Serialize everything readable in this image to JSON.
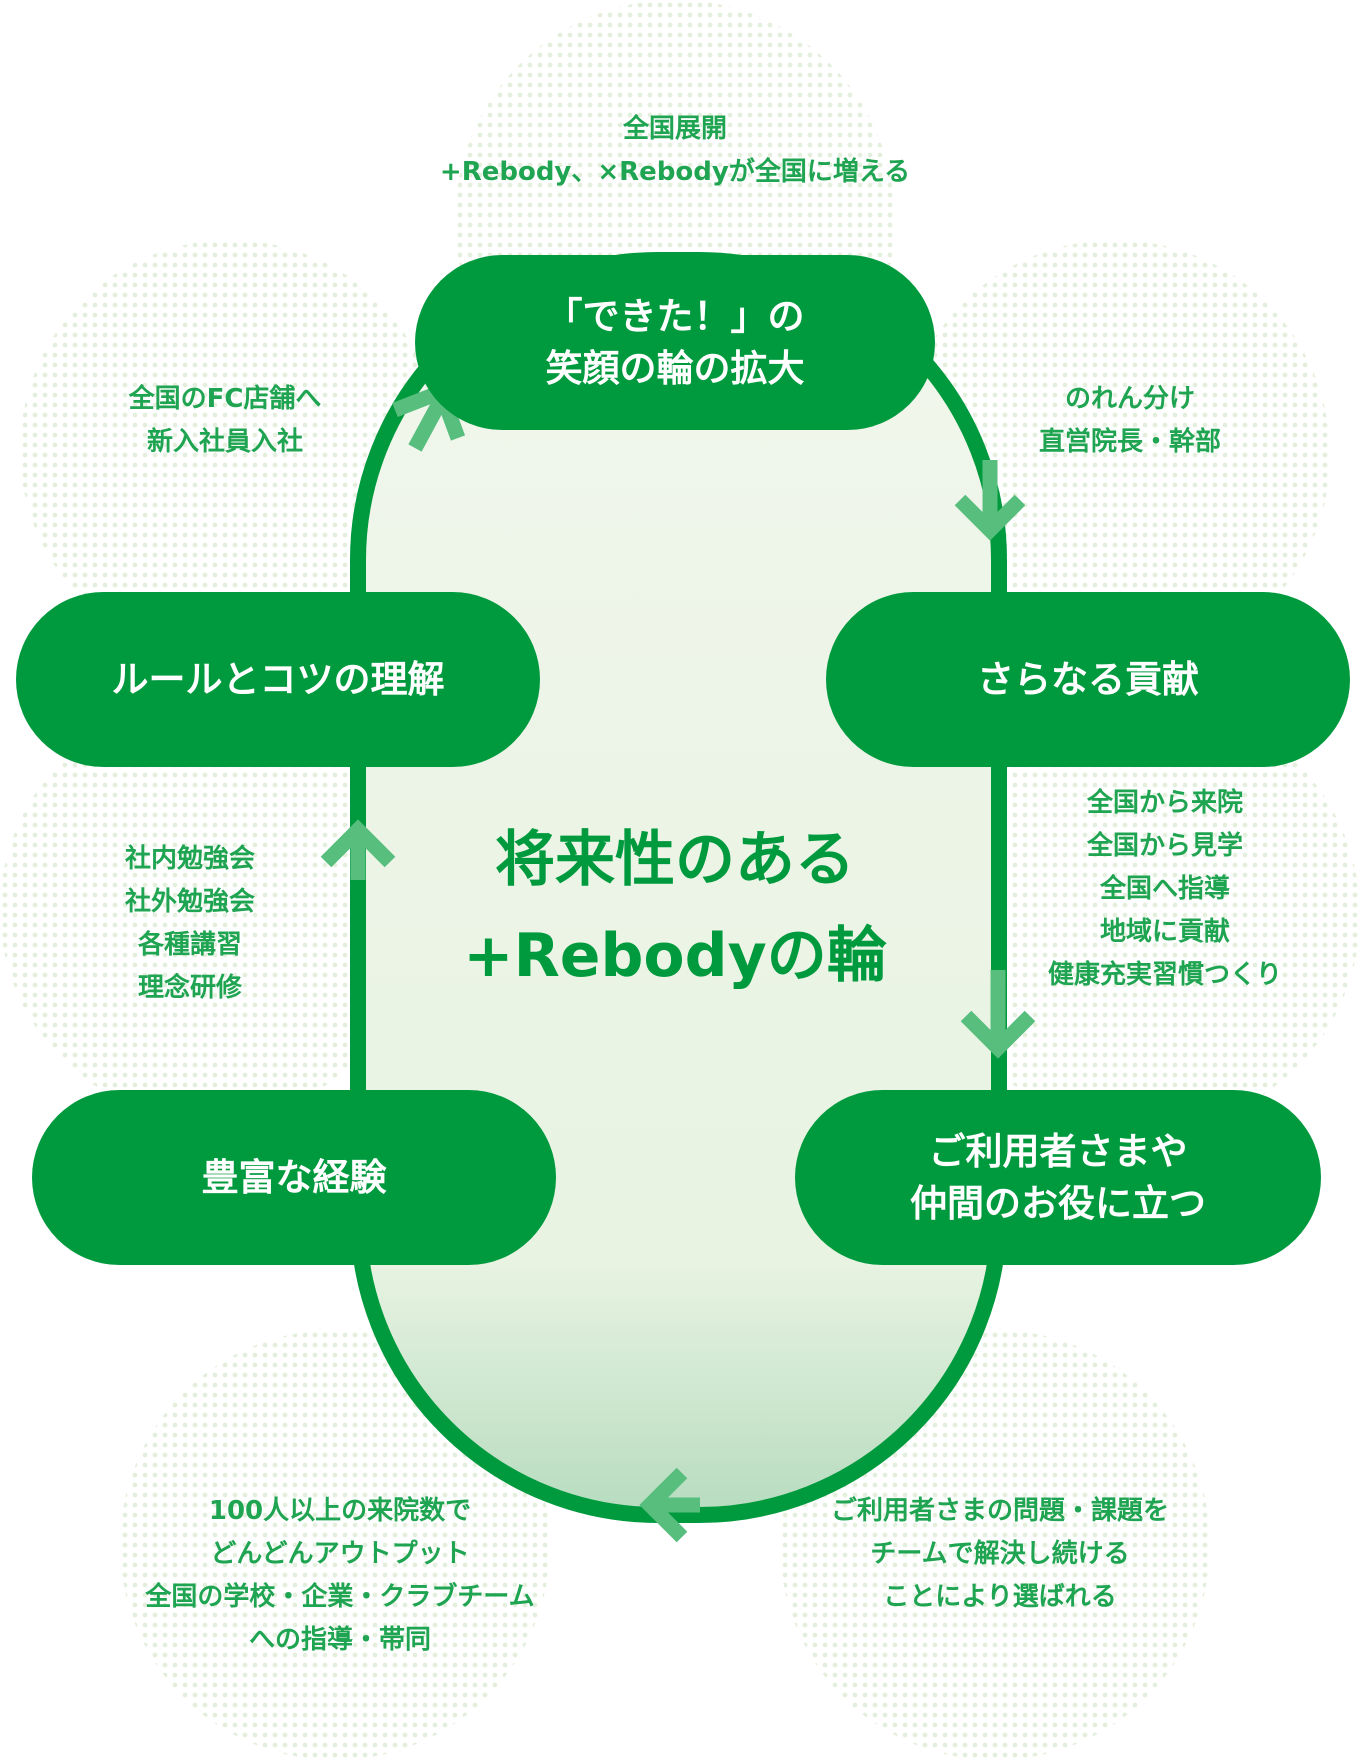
{
  "colors": {
    "primary": "#009a3e",
    "note_text": "#1fa452",
    "arrow": "#58be7e",
    "loop_fill_top": "#eef5e8",
    "dots": "#e4eedc"
  },
  "center": {
    "line1": "将来性のある",
    "line2": "+Rebodyの輪"
  },
  "nodes": {
    "top": "「できた！」の\n笑顔の輪の拡大",
    "right_upper": "さらなる貢献",
    "right_lower": "ご利用者さまや\n仲間のお役に立つ",
    "left_lower": "豊富な経験",
    "left_upper": "ルールとコツの理解"
  },
  "notes": {
    "top": "全国展開\n+Rebody、×Rebodyが全国に増える",
    "top_right": "のれん分け\n直営院長・幹部",
    "right": "全国から来院\n全国から見学\n全国へ指導\n地域に貢献\n健康充実習慣つくり",
    "bottom_right": "ご利用者さまの問題・課題を\nチームで解決し続ける\nことにより選ばれる",
    "bottom_left": "100人以上の来院数で\nどんどんアウトプット\n全国の学校・企業・クラブチーム\nへの指導・帯同",
    "left": "社内勉強会\n社外勉強会\n各種講習\n理念研修",
    "top_left": "全国のFC店舗へ\n新入社員入社"
  }
}
